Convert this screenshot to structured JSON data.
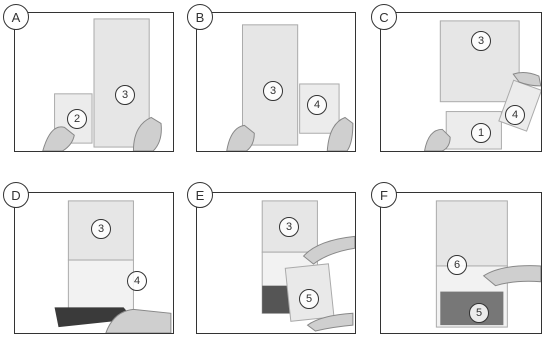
{
  "panels": [
    {
      "letter": "A",
      "parts": [
        "2",
        "3"
      ]
    },
    {
      "letter": "B",
      "parts": [
        "3",
        "4"
      ]
    },
    {
      "letter": "C",
      "parts": [
        "3",
        "4",
        "1"
      ]
    },
    {
      "letter": "D",
      "parts": [
        "3",
        "4"
      ]
    },
    {
      "letter": "E",
      "parts": [
        "3",
        "5"
      ]
    },
    {
      "letter": "F",
      "parts": [
        "6",
        "5"
      ]
    }
  ]
}
